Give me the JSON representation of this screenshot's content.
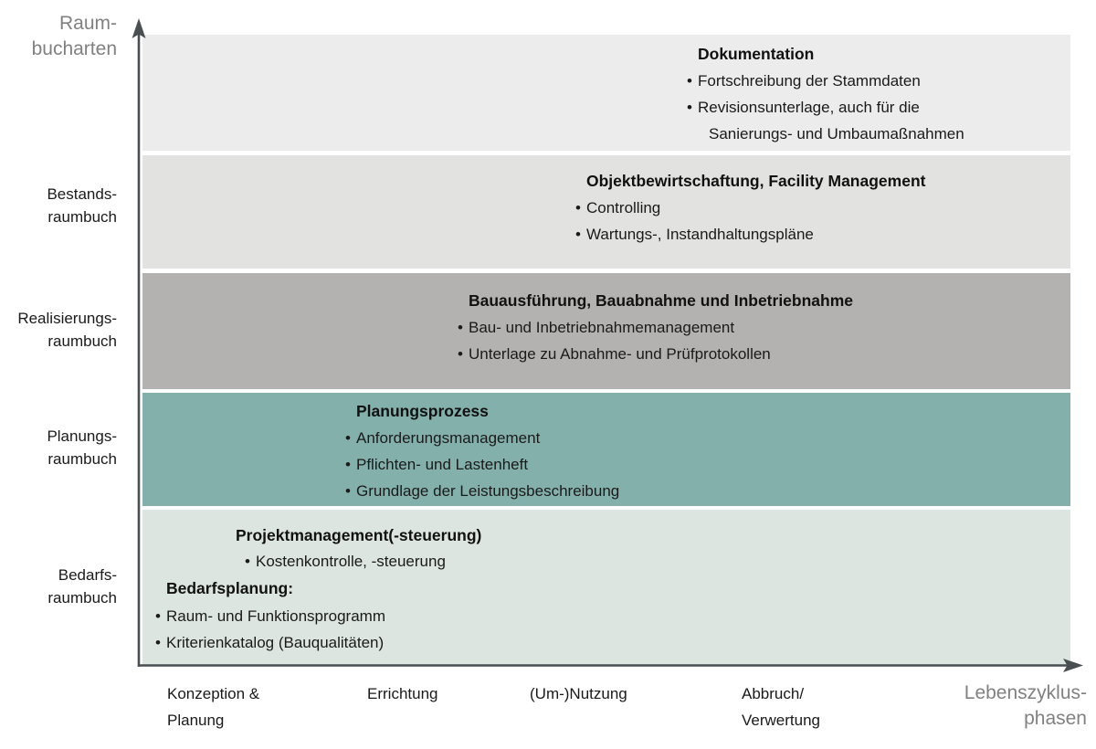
{
  "axes": {
    "y_title": "Raum-\nbucharten",
    "x_title": "Lebenszyklus-\nphasen",
    "axis_color": "#4a4f52",
    "title_color": "#818181"
  },
  "row_labels": [
    {
      "id": "bestandsraumbuch",
      "text": "Bestands-\nraumbuch"
    },
    {
      "id": "realisierungsraumbuch",
      "text": "Realisierungs-\nraumbuch"
    },
    {
      "id": "planungsraumbuch",
      "text": "Planungs-\nraumbuch"
    },
    {
      "id": "bedarfsraumbuch",
      "text": "Bedarfs-\nraumbuch"
    }
  ],
  "x_labels": [
    {
      "id": "konzeption-planung",
      "text": "Konzeption &\nPlanung"
    },
    {
      "id": "errichtung",
      "text": "Errichtung"
    },
    {
      "id": "um-nutzung",
      "text": "(Um-)Nutzung"
    },
    {
      "id": "abbruch-verwertung",
      "text": "Abbruch/\nVerwertung"
    }
  ],
  "bands": [
    {
      "id": "dokumentation",
      "color": "#ececec",
      "heading": "Dokumentation",
      "items": [
        "Fortschreibung der Stammdaten",
        "Revisionsunterlage, auch für die\nSanierungs- und Umbaumaßnahmen"
      ]
    },
    {
      "id": "objektbewirtschaftung",
      "color": "#e2e2e1",
      "heading": "Objektbewirtschaftung, Facility Management",
      "items": [
        "Controlling",
        "Wartungs-, Instandhaltungspläne"
      ]
    },
    {
      "id": "bauausfuehrung",
      "color": "#b3b2b0",
      "heading": "Bauausführung, Bauabnahme und Inbetriebnahme",
      "items": [
        "Bau- und Inbetriebnahmemanagement",
        "Unterlage zu Abnahme- und Prüfprotokollen"
      ]
    },
    {
      "id": "planungsprozess",
      "color": "#84b0ac",
      "heading": "Planungsprozess",
      "items": [
        "Anforderungsmanagement",
        "Pflichten- und Lastenheft",
        "Grundlage der Leistungsbeschreibung"
      ]
    },
    {
      "id": "bedarf",
      "color": "#dce5e0",
      "heading": "Projektmanagement(-steuerung)",
      "items": [
        "Kostenkontrolle, -steuerung"
      ],
      "sub_heading": "Bedarfsplanung:",
      "sub_items": [
        "Raum- und Funktionsprogramm",
        "Kriterienkatalog (Bauqualitäten)"
      ]
    }
  ]
}
